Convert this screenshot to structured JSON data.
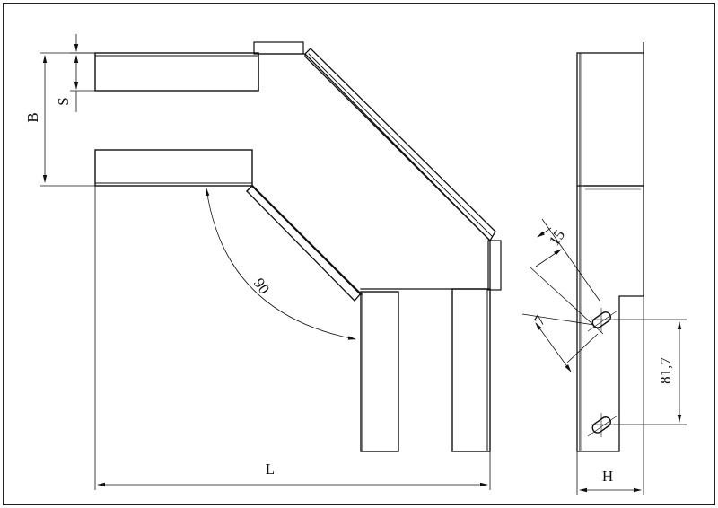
{
  "drawing": {
    "dimensions": {
      "b": "B",
      "s": "S",
      "angle": "90",
      "length": "L",
      "height": "H",
      "slot_width": "15",
      "slot_length": "7",
      "hole_spacing": "81,7"
    }
  },
  "colors": {
    "line": "#111111",
    "paper": "#ffffff"
  }
}
